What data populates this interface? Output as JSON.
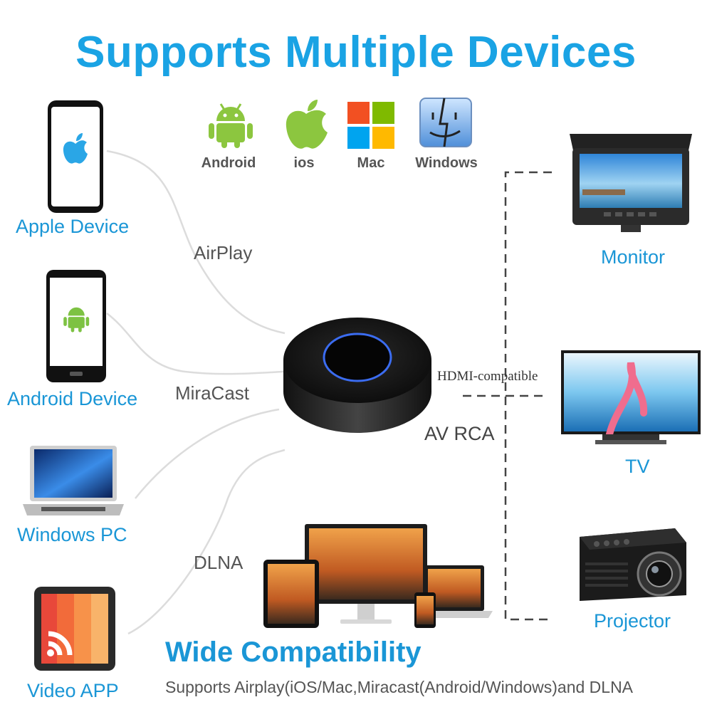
{
  "page": {
    "title": "Supports Multiple Devices"
  },
  "os_badges": [
    {
      "label": "Android",
      "icon": "android-icon",
      "color": "#8cc63f"
    },
    {
      "label": "ios",
      "icon": "apple-icon",
      "color": "#8cc63f"
    },
    {
      "label": "Mac",
      "icon": "microsoft-logo-icon",
      "colors": [
        "#f25022",
        "#7fba00",
        "#00a4ef",
        "#ffb900"
      ]
    },
    {
      "label": "Windows",
      "icon": "finder-face-icon",
      "color": "#4a90d9"
    }
  ],
  "sources": [
    {
      "label": "Apple Device",
      "icon": "iphone-icon"
    },
    {
      "label": "Android Device",
      "icon": "android-phone-icon"
    },
    {
      "label": "Windows PC",
      "icon": "laptop-icon"
    },
    {
      "label": "Video APP",
      "icon": "video-app-icon"
    }
  ],
  "protocols": [
    "AirPlay",
    "MiraCast",
    "DLNA"
  ],
  "ports": {
    "hdmi": "HDMI-compatible",
    "av": "AV RCA"
  },
  "outputs": [
    {
      "label": "Monitor",
      "icon": "monitor-icon"
    },
    {
      "label": "TV",
      "icon": "tv-icon"
    },
    {
      "label": "Projector",
      "icon": "projector-icon"
    }
  ],
  "footer": {
    "title": "Wide Compatibility",
    "subtitle": "Supports Airplay(iOS/Mac,Miracast(Android/Windows)and DLNA"
  },
  "colors": {
    "title": "#1aa3e4",
    "label": "#1a96d6",
    "dongle_ring": "#3b6cf0"
  }
}
